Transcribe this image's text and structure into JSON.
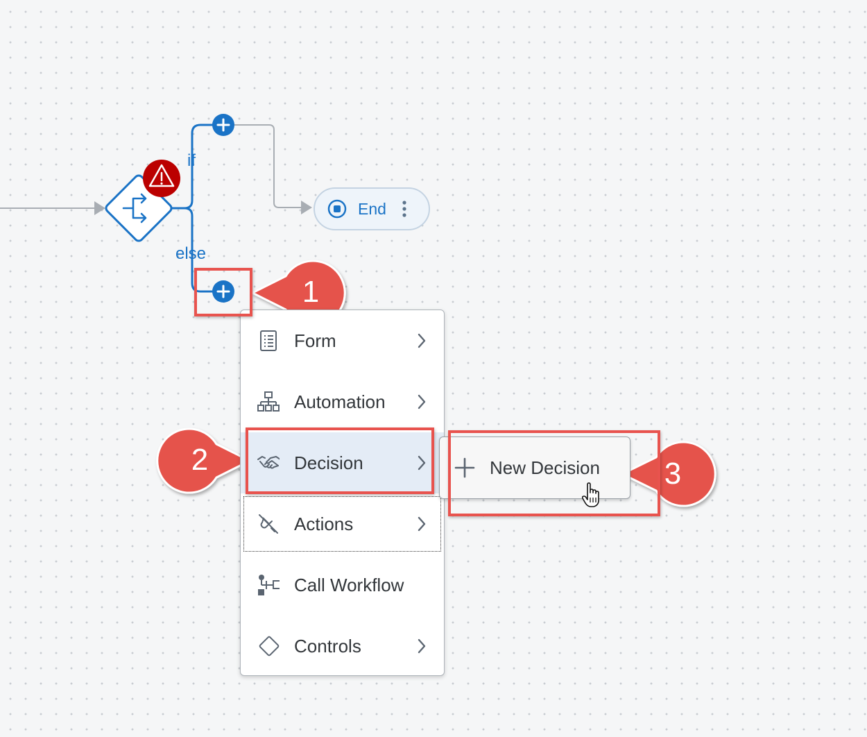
{
  "flow": {
    "branch_if": "if",
    "branch_else": "else",
    "end_node": {
      "label": "End"
    }
  },
  "menu": {
    "items": [
      {
        "label": "Form",
        "icon": "form-icon",
        "has_submenu": true
      },
      {
        "label": "Automation",
        "icon": "automation-icon",
        "has_submenu": true
      },
      {
        "label": "Decision",
        "icon": "handshake-icon",
        "has_submenu": true,
        "selected": true
      },
      {
        "label": "Actions",
        "icon": "actions-icon",
        "has_submenu": true,
        "focused": true
      },
      {
        "label": "Call Workflow",
        "icon": "call-workflow-icon",
        "has_submenu": false
      },
      {
        "label": "Controls",
        "icon": "diamond-icon",
        "has_submenu": true
      }
    ]
  },
  "submenu": {
    "items": [
      {
        "label": "New Decision",
        "icon": "plus-icon"
      }
    ]
  },
  "callouts": [
    {
      "number": "1"
    },
    {
      "number": "2"
    },
    {
      "number": "3"
    }
  ],
  "colors": {
    "accent": "#1a73c6",
    "warning": "#bb0000",
    "highlight": "#e8534e",
    "callout": "#e5534b",
    "selected_bg": "#e4ecf6"
  }
}
